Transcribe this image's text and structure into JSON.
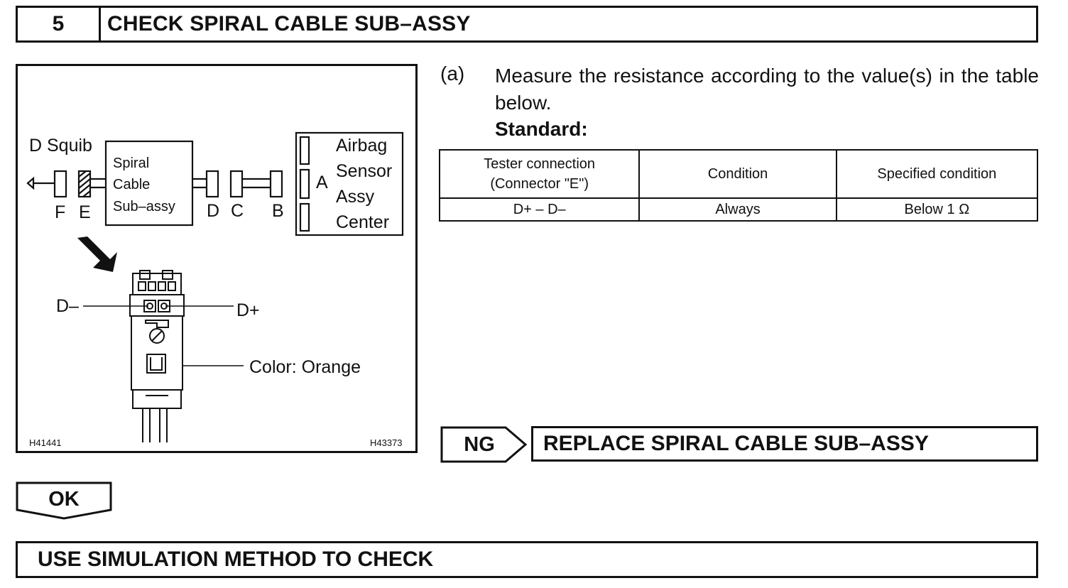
{
  "step": {
    "number": "5",
    "title": "CHECK SPIRAL CABLE SUB–ASSY"
  },
  "figure": {
    "labels": {
      "d_squib": "D Squib",
      "spiral_line1": "Spiral",
      "spiral_line2": "Cable",
      "spiral_line3": "Sub–assy",
      "airbag_line1": "Airbag",
      "airbag_line2": "Sensor",
      "airbag_line3": "Assy",
      "airbag_line4": "Center",
      "connector_a": "A",
      "connector_b": "B",
      "connector_c": "C",
      "connector_d": "D",
      "connector_e": "E",
      "connector_f": "F",
      "terminal_d_minus": "D–",
      "terminal_d_plus": "D+",
      "color_note": "Color: Orange",
      "code_left": "H41441",
      "code_right": "H43373"
    }
  },
  "instruction": {
    "label": "(a)",
    "text": "Measure the resistance according to the value(s) in the table below.",
    "standard": "Standard:"
  },
  "table": {
    "headers": {
      "tester_line1": "Tester connection",
      "tester_line2": "(Connector \"E\")",
      "condition": "Condition",
      "specified": "Specified condition"
    },
    "rows": [
      {
        "connection": "D+ – D–",
        "condition": "Always",
        "specified": "Below 1 Ω"
      }
    ]
  },
  "results": {
    "ng_label": "NG",
    "ng_action": "REPLACE SPIRAL CABLE SUB–ASSY",
    "ok_label": "OK",
    "ok_action": "USE SIMULATION METHOD TO CHECK"
  }
}
